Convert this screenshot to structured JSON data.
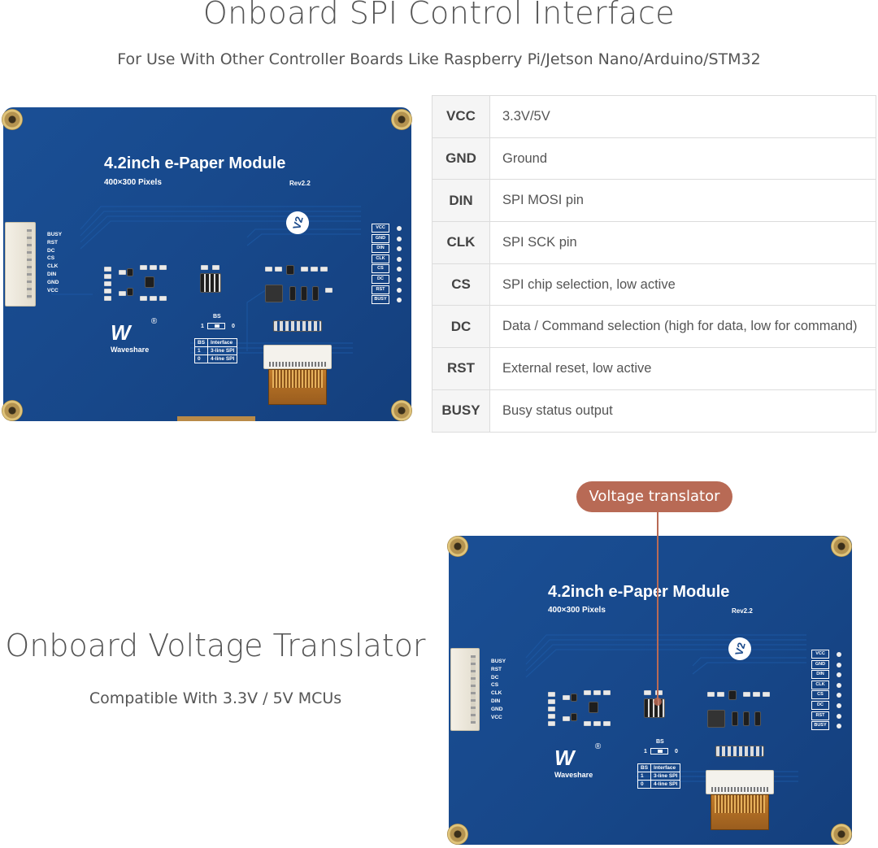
{
  "header": {
    "title": "Onboard SPI Control Interface",
    "subtitle": "For Use With Other Controller Boards Like Raspberry Pi/Jetson Nano/Arduino/STM32"
  },
  "pin_table": [
    {
      "pin": "VCC",
      "desc": "3.3V/5V"
    },
    {
      "pin": "GND",
      "desc": "Ground"
    },
    {
      "pin": "DIN",
      "desc": "SPI MOSI pin"
    },
    {
      "pin": "CLK",
      "desc": "SPI SCK pin"
    },
    {
      "pin": "CS",
      "desc": "SPI chip selection, low active"
    },
    {
      "pin": "DC",
      "desc": "Data / Command selection (high for data, low for command)"
    },
    {
      "pin": "RST",
      "desc": "External reset, low active"
    },
    {
      "pin": "BUSY",
      "desc": "Busy status output"
    }
  ],
  "board": {
    "title": "4.2inch  e-Paper Module",
    "pixels": "400×300 Pixels",
    "rev": "Rev2.2",
    "version_badge": "V2",
    "left_pins": [
      "BUSY",
      "RST",
      "DC",
      "CS",
      "CLK",
      "DIN",
      "GND",
      "VCC"
    ],
    "right_pins": [
      "VCC",
      "GND",
      "DIN",
      "CLK",
      "CS",
      "DC",
      "RST",
      "BUSY"
    ],
    "bs_label": "BS",
    "bs_left": "1",
    "bs_right": "0",
    "bs_table": [
      [
        "BS",
        "Interface"
      ],
      [
        "1",
        "3-line SPI"
      ],
      [
        "0",
        "4-line SPI"
      ]
    ],
    "logo_mark": "W",
    "logo_reg": "®",
    "logo_name": "Waveshare"
  },
  "section2": {
    "title": "Onboard Voltage Translator",
    "subtitle": "Compatible With 3.3V / 5V MCUs",
    "callout": "Voltage translator"
  },
  "colors": {
    "pcb_blue": "#174789",
    "callout": "#b86a55",
    "text_gray": "#555555"
  }
}
